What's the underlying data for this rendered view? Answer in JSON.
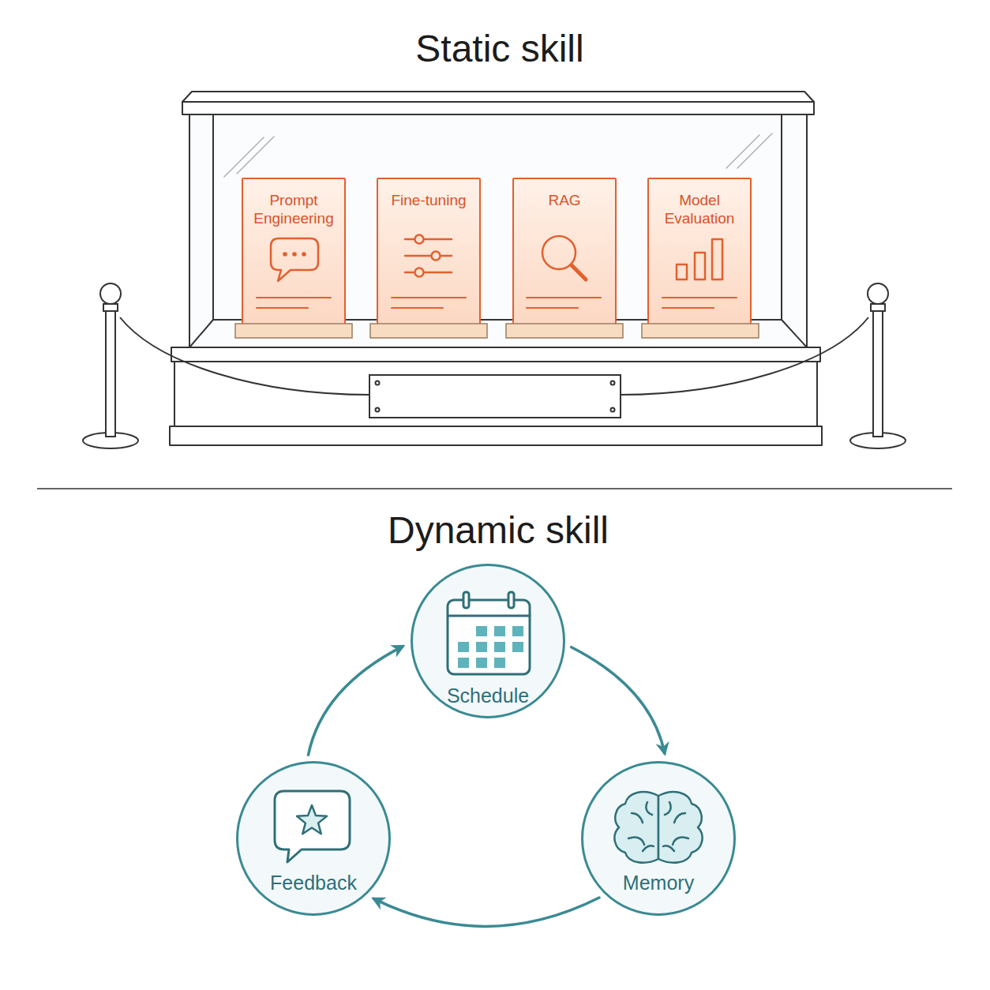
{
  "diagram": {
    "nodes": [
      {
        "text": [
          "Prompt Engineering"
        ]
      },
      {
        "text": [
          "Fine-tuning"
        ]
      },
      {
        "text": [
          "RAG"
        ]
      },
      {
        "text": [
          "Model Evaluation"
        ]
      },
      {
        "text": [
          "Schedule"
        ]
      },
      {
        "text": [
          "Memory"
        ]
      },
      {
        "text": [
          "Feedback"
        ]
      }
    ],
    "edges": [
      {
        "from": 4,
        "to": 5,
        "arrow": "to"
      },
      {
        "from": 5,
        "to": 6,
        "arrow": "to"
      },
      {
        "from": 6,
        "to": 4,
        "arrow": "to"
      }
    ],
    "labels": [
      "Static skill",
      "Dynamic skill"
    ]
  }
}
